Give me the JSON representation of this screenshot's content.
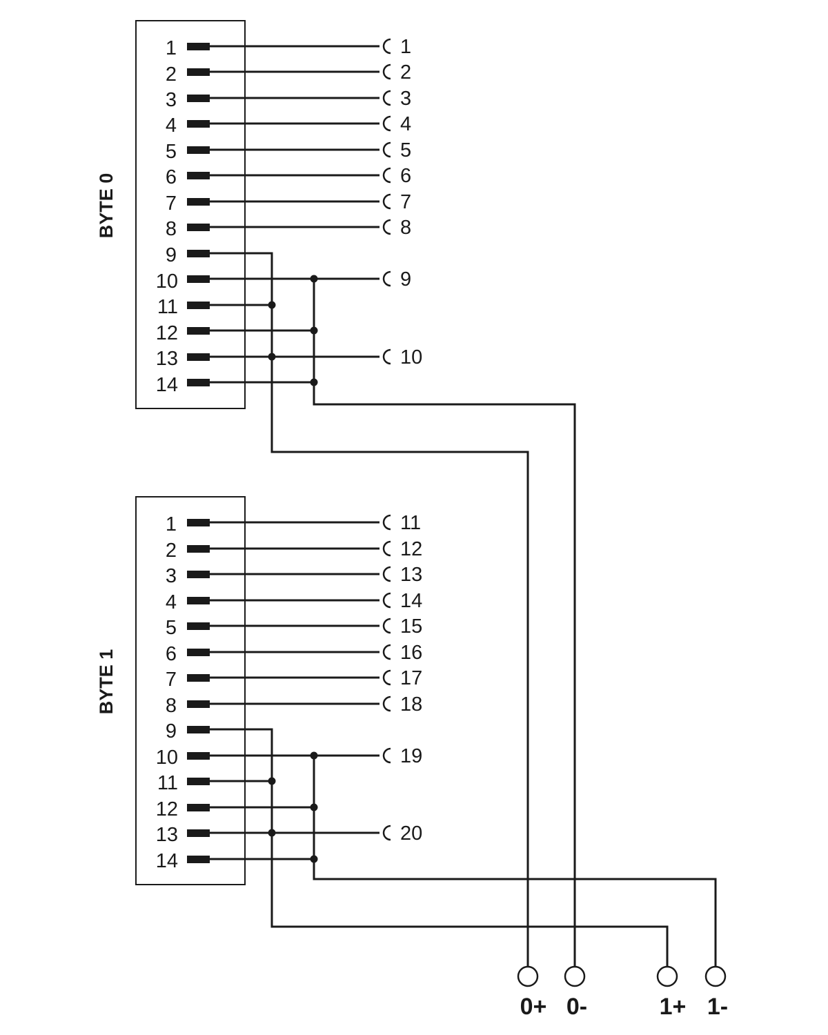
{
  "blocks": [
    {
      "title": "BYTE 0",
      "pins": [
        "1",
        "2",
        "3",
        "4",
        "5",
        "6",
        "7",
        "8",
        "9",
        "10",
        "11",
        "12",
        "13",
        "14"
      ],
      "outputs": [
        "1",
        "2",
        "3",
        "4",
        "5",
        "6",
        "7",
        "8",
        "9",
        "10"
      ]
    },
    {
      "title": "BYTE 1",
      "pins": [
        "1",
        "2",
        "3",
        "4",
        "5",
        "6",
        "7",
        "8",
        "9",
        "10",
        "11",
        "12",
        "13",
        "14"
      ],
      "outputs": [
        "11",
        "12",
        "13",
        "14",
        "15",
        "16",
        "17",
        "18",
        "19",
        "20"
      ]
    }
  ],
  "terminals": [
    "0+",
    "0-",
    "1+",
    "1-"
  ],
  "colors": {
    "line": "#1a1a1a",
    "background": "#ffffff"
  }
}
